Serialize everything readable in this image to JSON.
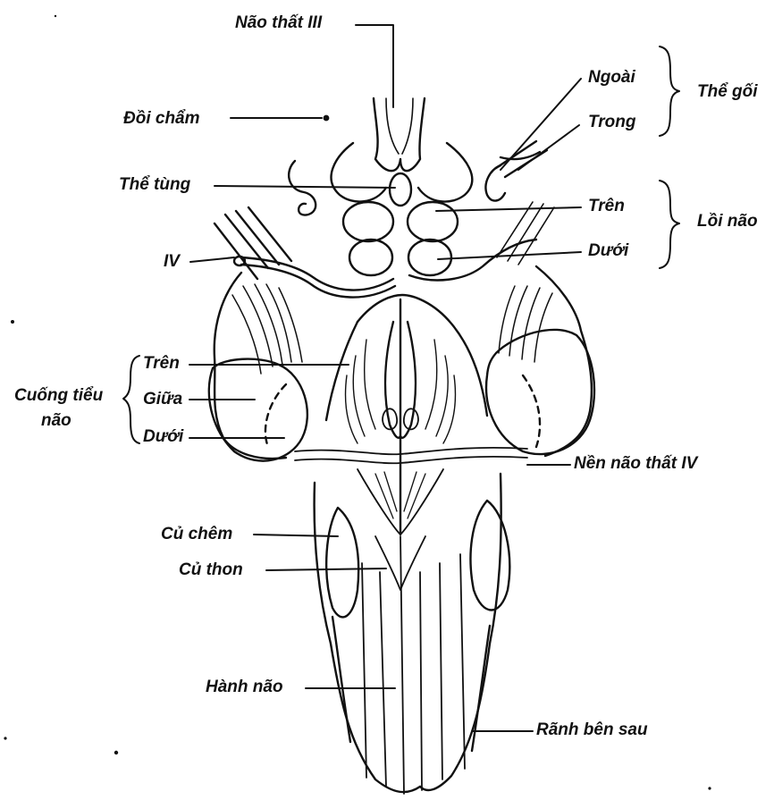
{
  "labels": {
    "nao_that_iii": "Não thất III",
    "doi_cham": "Đồi chẩm",
    "the_tung": "Thể tùng",
    "iv": "IV",
    "ngoai": "Ngoài",
    "trong": "Trong",
    "the_goi": "Thể gối",
    "tren_loi": "Trên",
    "duoi_loi": "Dưới",
    "loi_nao": "Lồi não",
    "cuong_tieu_nao_1": "Cuống tiểu",
    "cuong_tieu_nao_2": "não",
    "tren_cuong": "Trên",
    "giua_cuong": "Giữa",
    "duoi_cuong": "Dưới",
    "nen_nao_that_iv": "Nền não thất IV",
    "cu_cham": "Củ chêm",
    "cu_thon": "Củ thon",
    "hanh_nao": "Hành não",
    "ranh_ben_sau": "Rãnh bên sau"
  },
  "colors": {
    "ink": "#111111",
    "paper": "#ffffff"
  }
}
